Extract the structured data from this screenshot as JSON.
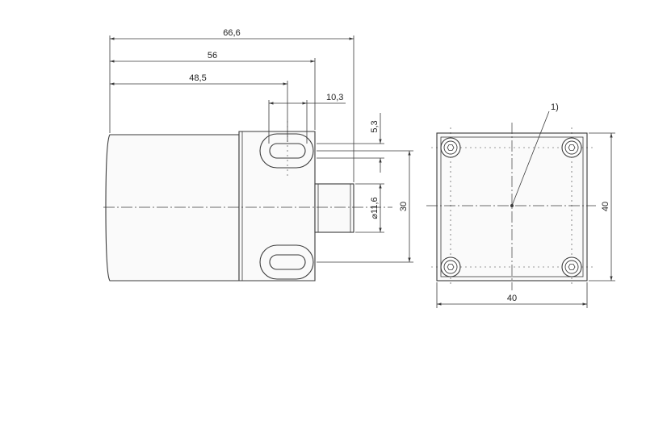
{
  "dimensions": {
    "overall_length": "66,6",
    "length_56": "56",
    "length_48_5": "48,5",
    "slot_width": "10,3",
    "slot_height": "5,3",
    "shaft_diameter": "⌀11,6",
    "slot_spacing": "30",
    "front_width": "40",
    "front_height": "40"
  },
  "callout": "1)",
  "colors": {
    "line": "#3a3a3a",
    "text": "#222222",
    "background": "#ffffff"
  }
}
